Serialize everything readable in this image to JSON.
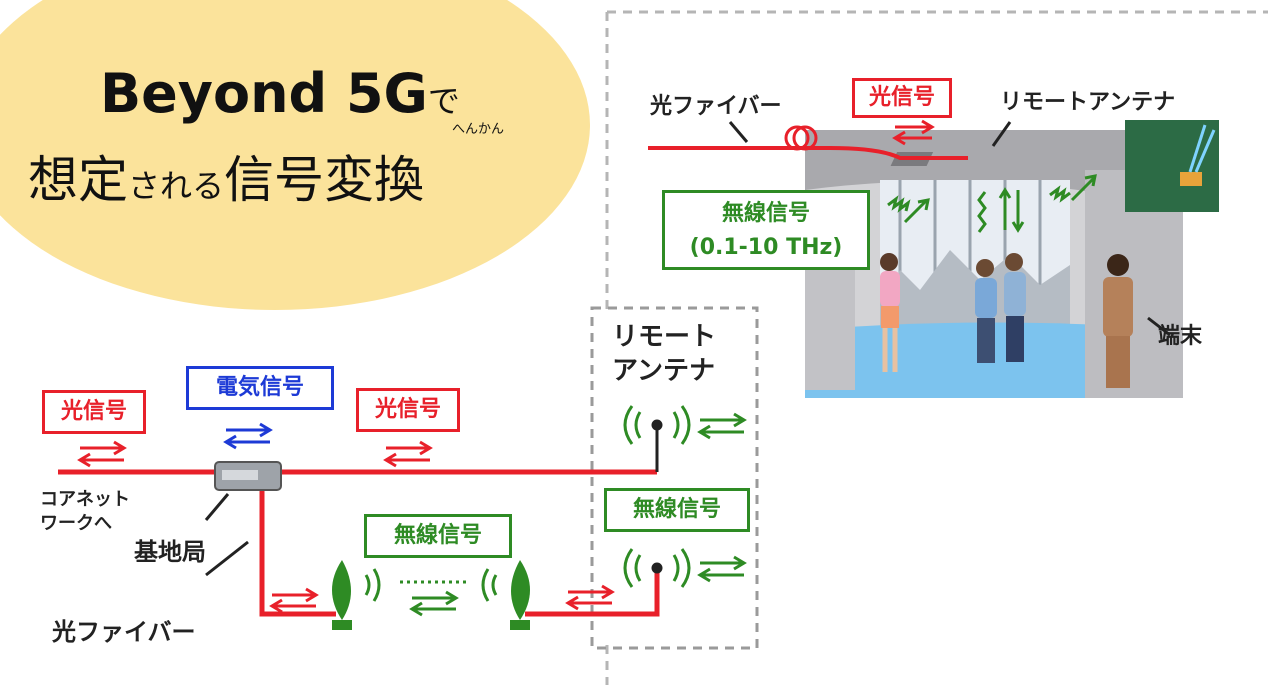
{
  "title": {
    "line1_main": "Beyond 5G",
    "line1_suffix": "で",
    "line2_a": "想定",
    "line2_b": "される",
    "line2_c": "信号変換",
    "ruby": "へんかん"
  },
  "top_diagram": {
    "fiber_label": "光ファイバー",
    "optical_signal": "光信号",
    "remote_antenna": "リモートアンテナ",
    "wireless_signal_line1": "無線信号",
    "wireless_signal_line2": "(0.1-10 THz)",
    "terminal": "端末"
  },
  "bottom_diagram": {
    "optical_signal_1": "光信号",
    "electrical_signal": "電気信号",
    "optical_signal_2": "光信号",
    "remote_antenna_line1": "リモート",
    "remote_antenna_line2": "アンテナ",
    "core_network_line1": "コアネット",
    "core_network_line2": "ワークへ",
    "base_station": "基地局",
    "fiber_label": "光ファイバー",
    "wireless_signal_mid": "無線信号",
    "wireless_signal_right": "無線信号"
  },
  "colors": {
    "red": "#e8202a",
    "blue": "#1d3ad6",
    "green": "#2e8b24",
    "bubble": "#fbe39b"
  }
}
